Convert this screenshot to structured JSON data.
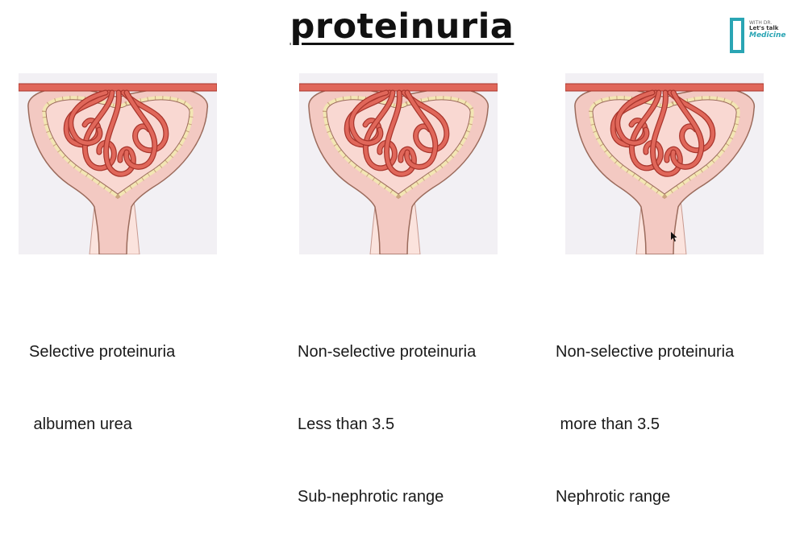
{
  "title": "proteinuria",
  "logo": {
    "line1": "WITH DR.",
    "line2": "Let's talk",
    "line3": "Medicine"
  },
  "panels": [
    {
      "lines": [
        "Selective proteinuria",
        " albumen urea"
      ]
    },
    {
      "lines": [
        "Non-selective proteinuria",
        "Less than 3.5",
        "Sub-nephrotic range"
      ]
    },
    {
      "lines": [
        "Non-selective proteinuria",
        " more than 3.5",
        "Nephrotic range"
      ]
    }
  ],
  "colors": {
    "vessel": "#e0675a",
    "vessel_dark": "#a8352c",
    "capsule": "#f3c9c2",
    "capsule_edge": "#b98a6a",
    "cells": "#f3e6b3",
    "space": "#f9d8d2",
    "tubule": "#fbe3dd",
    "paper": "#f2f0f4",
    "accent": "#2aa5b4"
  }
}
